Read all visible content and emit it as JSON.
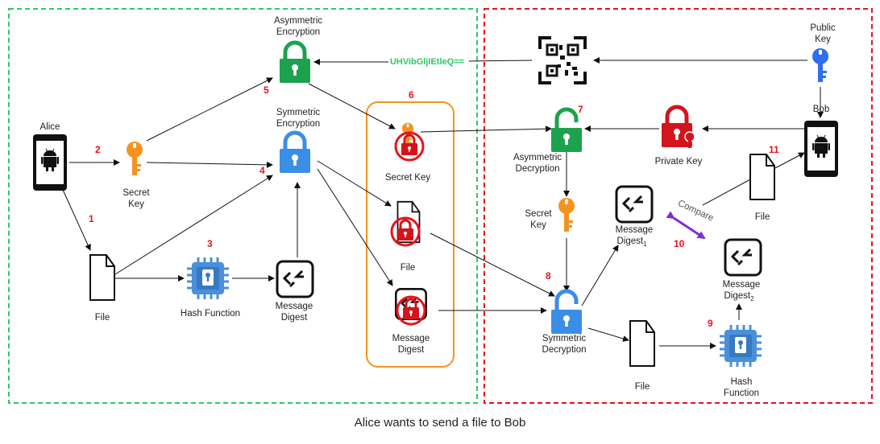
{
  "caption": "Alice wants to send a file to Bob",
  "colors": {
    "green_dashed": "#2ec866",
    "red_dashed": "#e8121a",
    "green_lock": "#1ca24c",
    "blue_lock": "#3b8ee5",
    "orange_key": "#f5921e",
    "red_lock": "#d3141c",
    "blue_key": "#2d6ff0",
    "compare_arrow": "#7b2fd6",
    "step_numbers": "#e8121a"
  },
  "alice": {
    "name": "Alice",
    "secret_key": [
      "Secret",
      "Key"
    ],
    "file": "File",
    "hash_function": "Hash Function",
    "message_digest": [
      "Message",
      "Digest"
    ],
    "symmetric_encryption": [
      "Symmetric",
      "Encryption"
    ],
    "asymmetric_encryption": [
      "Asymmetric",
      "Encryption"
    ],
    "encoded_key": "UHVibGljIEtleQ=="
  },
  "package": {
    "secret_key": "Secret Key",
    "file": "File",
    "message_digest": [
      "Message",
      "Digest"
    ]
  },
  "bob": {
    "name": "Bob",
    "public_key": [
      "Public",
      "Key"
    ],
    "private_key": "Private Key",
    "asymmetric_decryption": [
      "Asymmetric",
      "Decryption"
    ],
    "secret_key": [
      "Secret",
      "Key"
    ],
    "symmetric_decryption": [
      "Symmetric",
      "Decryption"
    ],
    "file_decrypted": "File",
    "file_received": "File",
    "message_digest_1": [
      "Message",
      "Digest",
      "1"
    ],
    "message_digest_2": [
      "Message",
      "Digest",
      "2"
    ],
    "hash_function": [
      "Hash",
      "Function"
    ],
    "compare": "Compare"
  },
  "steps": [
    "1",
    "2",
    "3",
    "4",
    "5",
    "6",
    "7",
    "8",
    "9",
    "10",
    "11"
  ],
  "icons": [
    "android-phone-icon",
    "key-icon",
    "lock-icon",
    "file-icon",
    "chip-icon",
    "message-digest-icon",
    "qr-code-icon"
  ]
}
